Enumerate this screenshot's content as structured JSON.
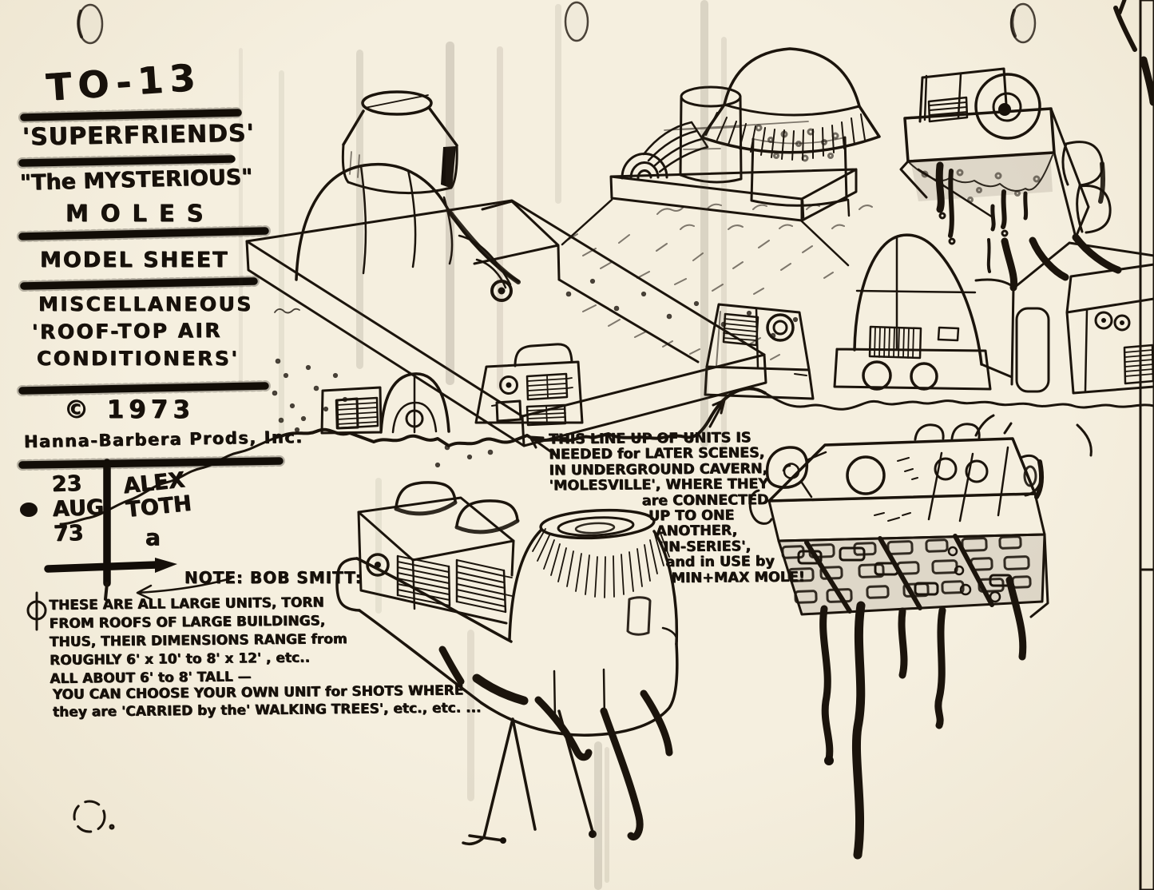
{
  "header": {
    "sheet_code": "TO-13",
    "show_title": "'SUPERFRIENDS'",
    "episode_title_quoted": "\"The MYSTERIOUS\"",
    "episode_title_word": "MOLES",
    "sheet_type": "MODEL SHEET",
    "subject_lines": [
      "MISCELLANEOUS",
      "'ROOF-TOP AIR",
      "CONDITIONERS'"
    ],
    "copyright_year": "© 1973",
    "studio": "Hanna-Barbera Prods, Inc."
  },
  "production_block": {
    "date_lines": [
      "23",
      "AUG",
      "73"
    ],
    "artist_lines": [
      "ALEX",
      "TOTH"
    ],
    "artist_initial": "a"
  },
  "notes": {
    "note_label": "NOTE: BOB SMITT:",
    "units_note_lines": [
      "THESE ARE ALL LARGE UNITS, TORN",
      "FROM ROOFS OF LARGE BUILDINGS,",
      "THUS, THEIR DIMENSIONS RANGE from",
      "ROUGHLY 6' x 10' to 8' x 12' , etc..",
      "ALL ABOUT 6' to 8' TALL —"
    ],
    "choose_note_lines": [
      "YOU CAN CHOOSE YOUR OWN UNIT for SHOTS WHERE",
      "they are 'CARRIED by the' WALKING TREES', etc., etc. ..."
    ],
    "lineup_note_lines": [
      "THIS LINE UP OF UNITS IS",
      "NEEDED for LATER SCENES,",
      "IN UNDERGROUND CAVERN,",
      "'MOLESVILLE', WHERE THEY",
      "are CONNECTED",
      "UP TO ONE",
      "ANOTHER,",
      "'IN-SERIES',",
      "and in USE by",
      "MIN+MAX MOLE!"
    ]
  },
  "colors": {
    "ink": "#17110b",
    "paper": "#f3edde"
  }
}
